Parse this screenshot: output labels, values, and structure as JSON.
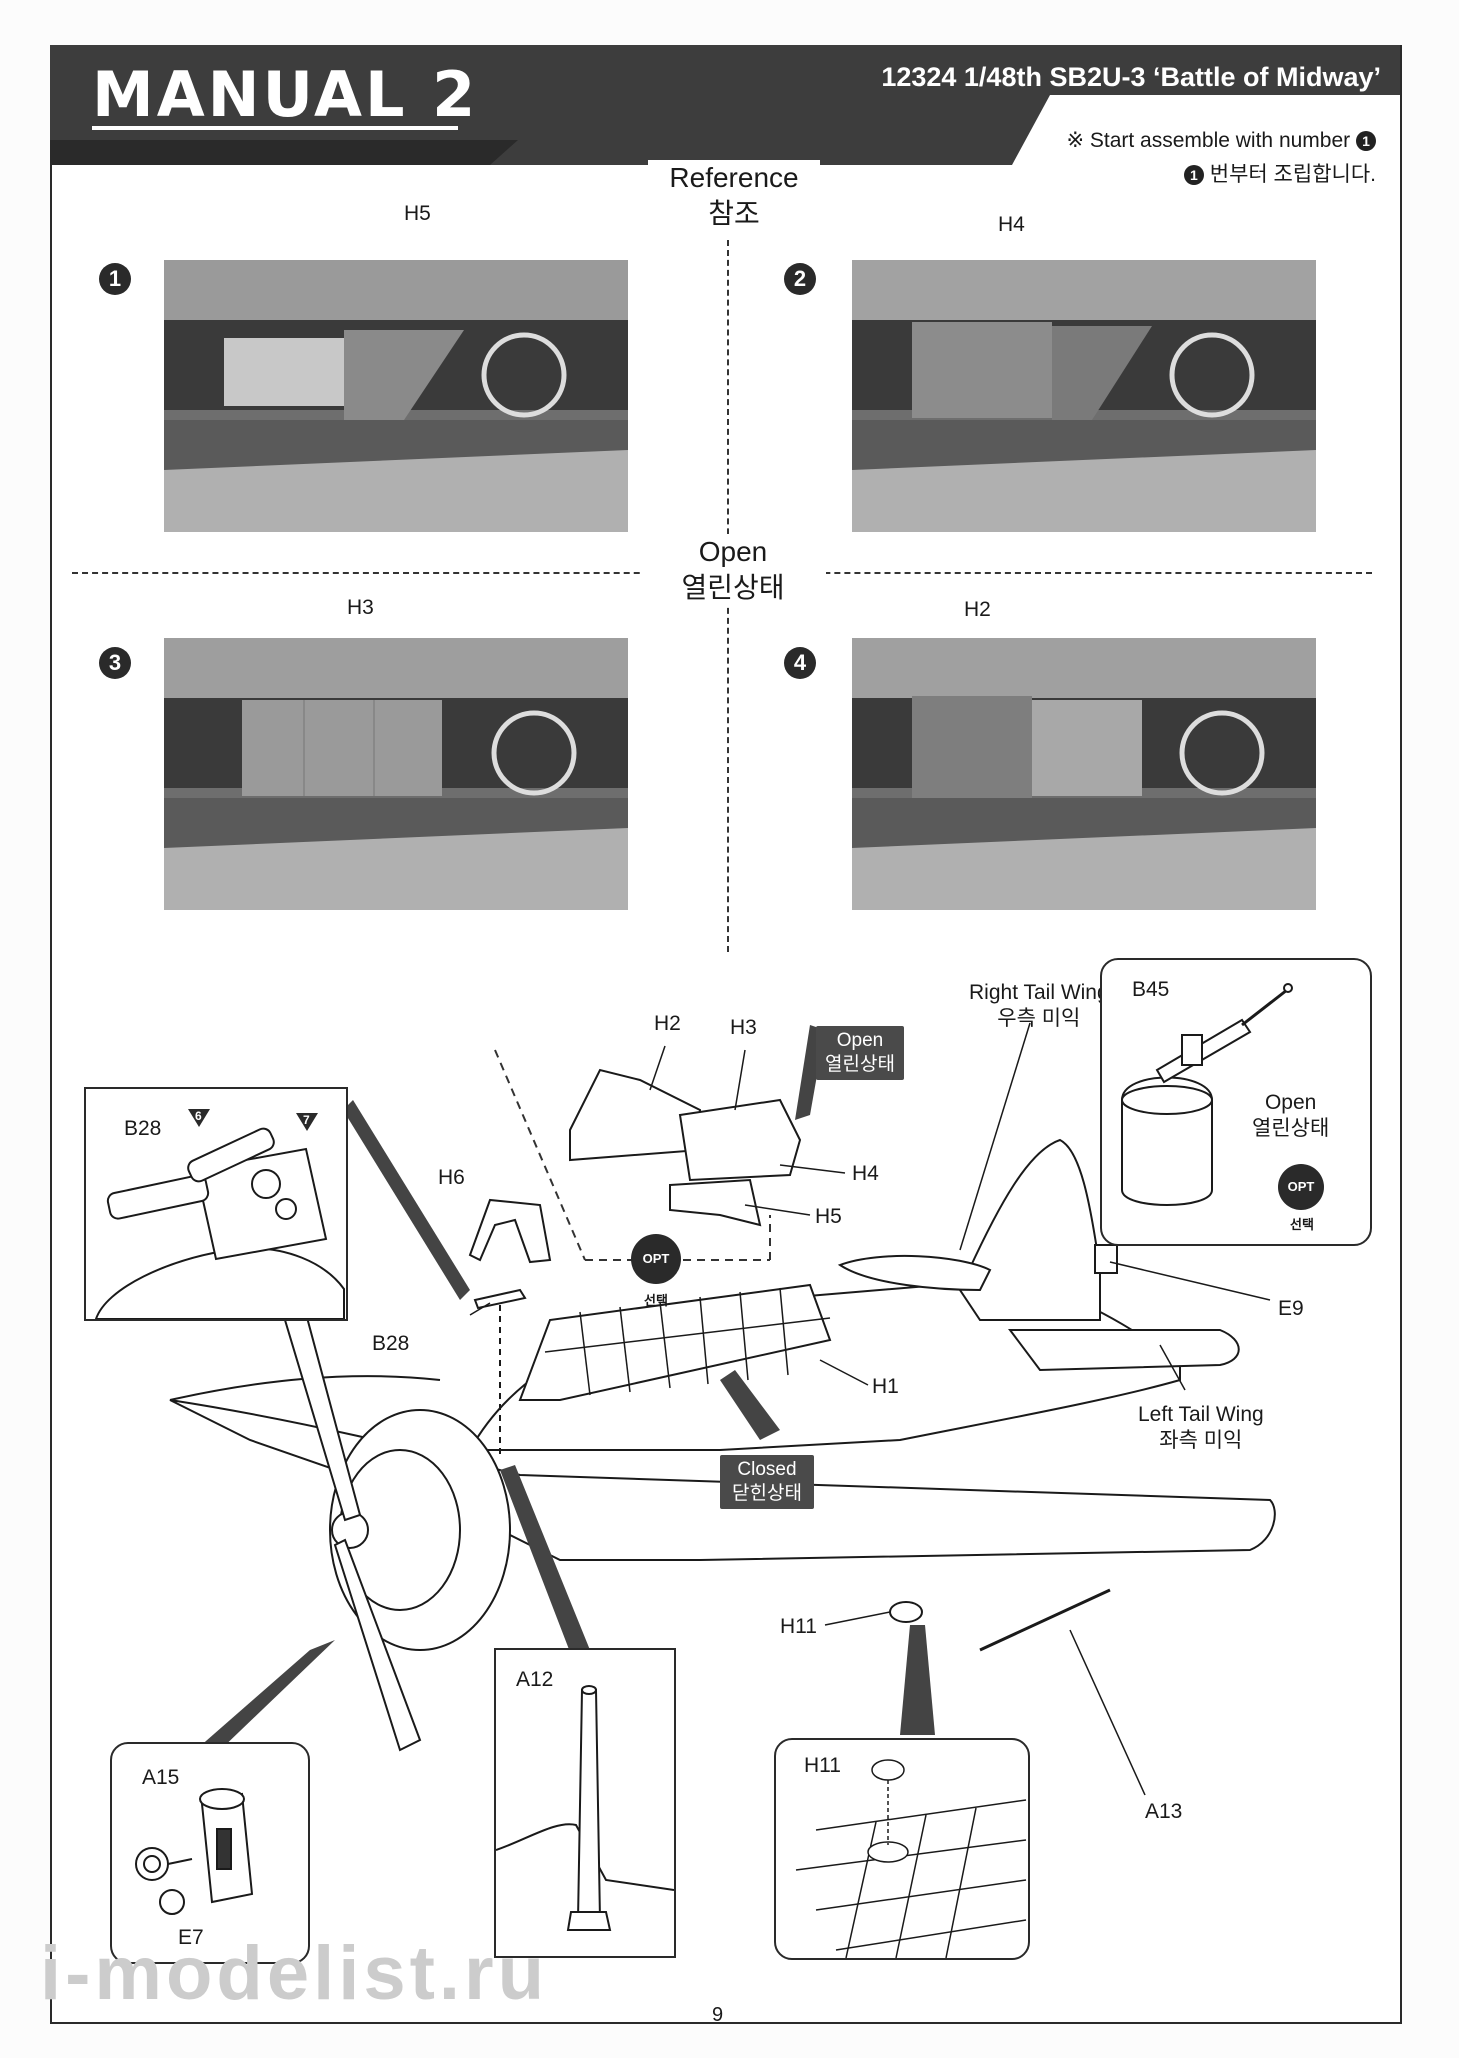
{
  "header": {
    "title": "MANUAL 2",
    "model": "12324 1/48th SB2U-3  ‘Battle of Midway’"
  },
  "note": {
    "en_prefix": "※ Start assemble with number",
    "step_ref": "1",
    "ko_suffix": "번부터 조립합니다."
  },
  "reference_label": {
    "en": "Reference",
    "ko": "참조"
  },
  "open_label": {
    "en": "Open",
    "ko": "열린상태"
  },
  "steps": [
    {
      "number": "1",
      "part": "H5"
    },
    {
      "number": "2",
      "part": "H4"
    },
    {
      "number": "3",
      "part": "H3"
    },
    {
      "number": "4",
      "part": "H2"
    }
  ],
  "assembly": {
    "parts": {
      "h2": "H2",
      "h3": "H3",
      "h4": "H4",
      "h5": "H5",
      "h6": "H6",
      "h1": "H1",
      "b28": "B28",
      "e9": "E9",
      "h11": "H11",
      "a13": "A13"
    },
    "open_tag": {
      "en": "Open",
      "ko": "열린상태"
    },
    "closed_tag": {
      "en": "Closed",
      "ko": "닫힌상태"
    },
    "opt": {
      "en": "OPT",
      "ko": "선택"
    },
    "right_tail": {
      "en": "Right Tail Wing",
      "ko": "우측 미익"
    },
    "left_tail": {
      "en": "Left Tail Wing",
      "ko": "좌측 미익"
    }
  },
  "insets": {
    "b28": {
      "part": "B28",
      "mark_a": "6",
      "mark_b": "7"
    },
    "b45": {
      "part": "B45",
      "open_en": "Open",
      "open_ko": "열린상태",
      "opt_en": "OPT",
      "opt_ko": "선택"
    },
    "a15": {
      "part_a": "A15",
      "part_b": "E7"
    },
    "a12": {
      "part": "A12"
    },
    "h11": {
      "part": "H11"
    }
  },
  "page_number": "9",
  "watermark": "i-modelist.ru"
}
